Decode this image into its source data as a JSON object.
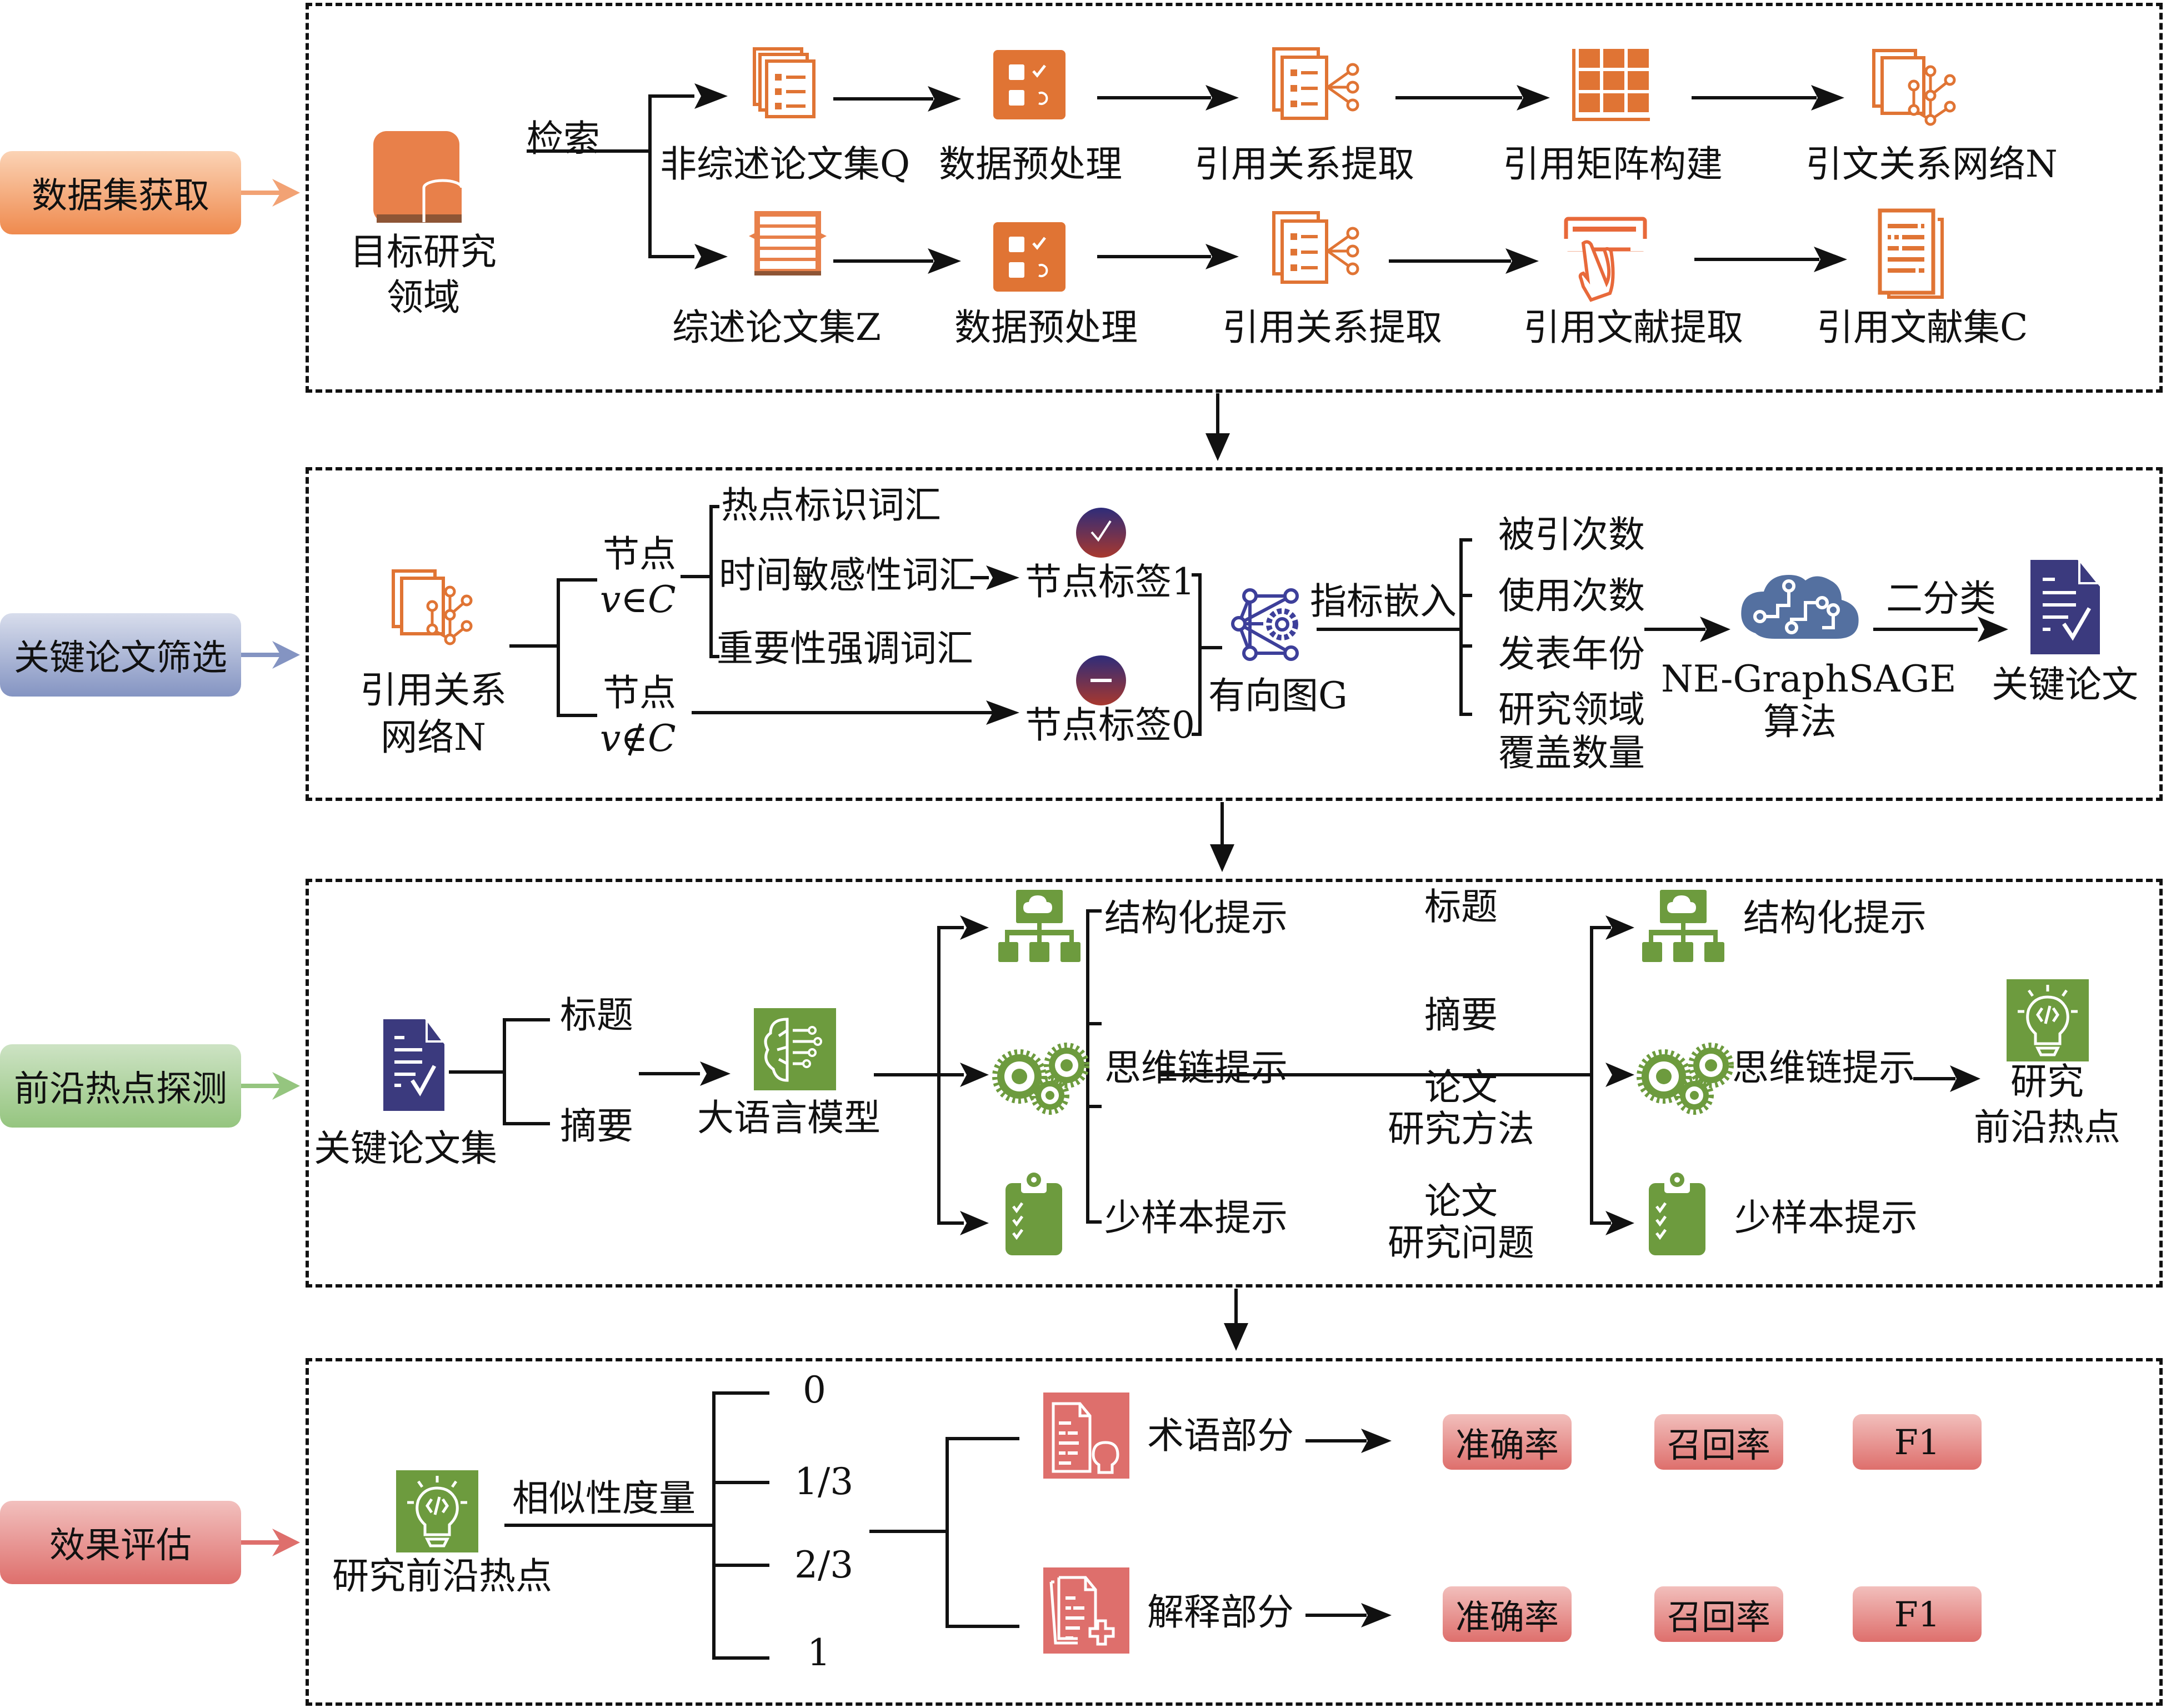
{
  "stages": [
    {
      "label": "数据集获取",
      "color": "#ef8a4e"
    },
    {
      "label": "关键论文筛选",
      "color": "#8494c2"
    },
    {
      "label": "前沿热点探测",
      "color": "#95c57f"
    },
    {
      "label": "效果评估",
      "color": "#de6f6c"
    }
  ],
  "section1": {
    "source": {
      "label_line1": "目标研究",
      "label_line2": "领域",
      "icon": "database-icon"
    },
    "edge_label": "检索",
    "row_q": [
      {
        "label": "非综述论文集Q",
        "icon": "document-stack-icon"
      },
      {
        "label": "数据预处理",
        "icon": "checklist-icon"
      },
      {
        "label": "引用关系提取",
        "icon": "document-network-icon"
      },
      {
        "label": "引用矩阵构建",
        "icon": "matrix-grid-icon"
      },
      {
        "label": "引文关系网络N",
        "icon": "citation-network-icon"
      }
    ],
    "row_z": [
      {
        "label": "综述论文集Z",
        "icon": "document-list-icon"
      },
      {
        "label": "数据预处理",
        "icon": "checklist-icon"
      },
      {
        "label": "引用关系提取",
        "icon": "document-network-icon"
      },
      {
        "label": "引用文献提取",
        "icon": "hand-extract-icon"
      },
      {
        "label": "引用文献集C",
        "icon": "document-set-icon"
      }
    ],
    "accent": "#e07434"
  },
  "section2": {
    "source": {
      "label_line1": "引用关系",
      "label_line2": "网络N"
    },
    "node_in": {
      "label": "节点",
      "condition": "v∈C"
    },
    "node_out": {
      "label": "节点",
      "condition": "v∉C"
    },
    "vocab": [
      "热点标识词汇",
      "时间敏感性词汇",
      "重要性强调词汇"
    ],
    "label1": "节点标签1",
    "label0": "节点标签0",
    "graph_label": "有向图G",
    "embed_label": "指标嵌入",
    "metrics": [
      "被引次数",
      "使用次数",
      "发表年份",
      "研究领域覆盖数量"
    ],
    "metric_last_line1": "研究领域",
    "metric_last_line2": "覆盖数量",
    "algo_line1": "NE-GraphSAGE",
    "algo_line2": "算法",
    "classify_label": "二分类",
    "result": "关键论文",
    "accent": "#3b3a7e"
  },
  "section3": {
    "source": "关键论文集",
    "inputs": [
      "标题",
      "摘要"
    ],
    "model": "大语言模型",
    "prompts": [
      "结构化提示",
      "思维链提示",
      "少样本提示"
    ],
    "fields": [
      {
        "line1": "标题",
        "line2": ""
      },
      {
        "line1": "摘要",
        "line2": ""
      },
      {
        "line1": "论文",
        "line2": "研究方法"
      },
      {
        "line1": "论文",
        "line2": "研究问题"
      }
    ],
    "prompts2": [
      "结构化提示",
      "思维链提示",
      "少样本提示"
    ],
    "result_line1": "研究",
    "result_line2": "前沿热点",
    "accent": "#6d9b3e"
  },
  "section4": {
    "source": "研究前沿热点",
    "measure": "相似性度量",
    "levels": [
      "0",
      "1/3",
      "2/3",
      "1"
    ],
    "parts": [
      {
        "label": "术语部分",
        "metrics": [
          "准确率",
          "召回率",
          "F1"
        ]
      },
      {
        "label": "解释部分",
        "metrics": [
          "准确率",
          "召回率",
          "F1"
        ]
      }
    ],
    "accent": "#de6f6c"
  }
}
